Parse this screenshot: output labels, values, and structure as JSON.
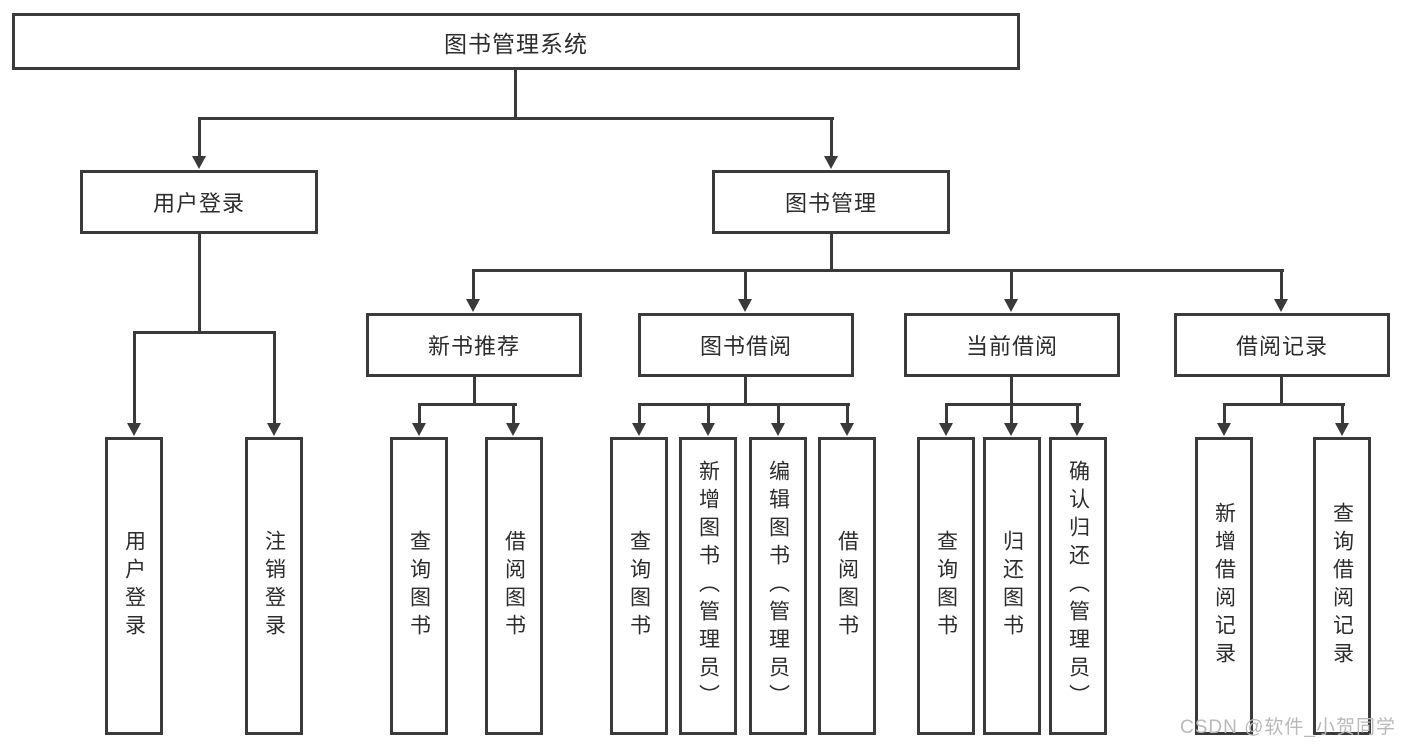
{
  "tree": {
    "root": {
      "label": "图书管理系统"
    },
    "children": [
      {
        "label": "用户登录",
        "children": [
          {
            "label": "用户登录"
          },
          {
            "label": "注销登录"
          }
        ]
      },
      {
        "label": "图书管理",
        "children": [
          {
            "label": "新书推荐",
            "children": [
              {
                "label": "查询图书"
              },
              {
                "label": "借阅图书"
              }
            ]
          },
          {
            "label": "图书借阅",
            "children": [
              {
                "label": "查询图书"
              },
              {
                "label": "新增图书（管理员）"
              },
              {
                "label": "编辑图书（管理员）"
              },
              {
                "label": "借阅图书"
              }
            ]
          },
          {
            "label": "当前借阅",
            "children": [
              {
                "label": "查询图书"
              },
              {
                "label": "归还图书"
              },
              {
                "label": "确认归还（管理员）"
              }
            ]
          },
          {
            "label": "借阅记录",
            "children": [
              {
                "label": "新增借阅记录"
              },
              {
                "label": "查询借阅记录"
              }
            ]
          }
        ]
      }
    ]
  },
  "watermark": {
    "text": "CSDN @软件_小贺同学"
  },
  "colors": {
    "line": "#3a3a3a",
    "box_border": "#3a3a3a",
    "box_fill": "#ffffff",
    "text": "#2c2c2c",
    "watermark": "#b9b9b9",
    "background": "#ffffff"
  }
}
